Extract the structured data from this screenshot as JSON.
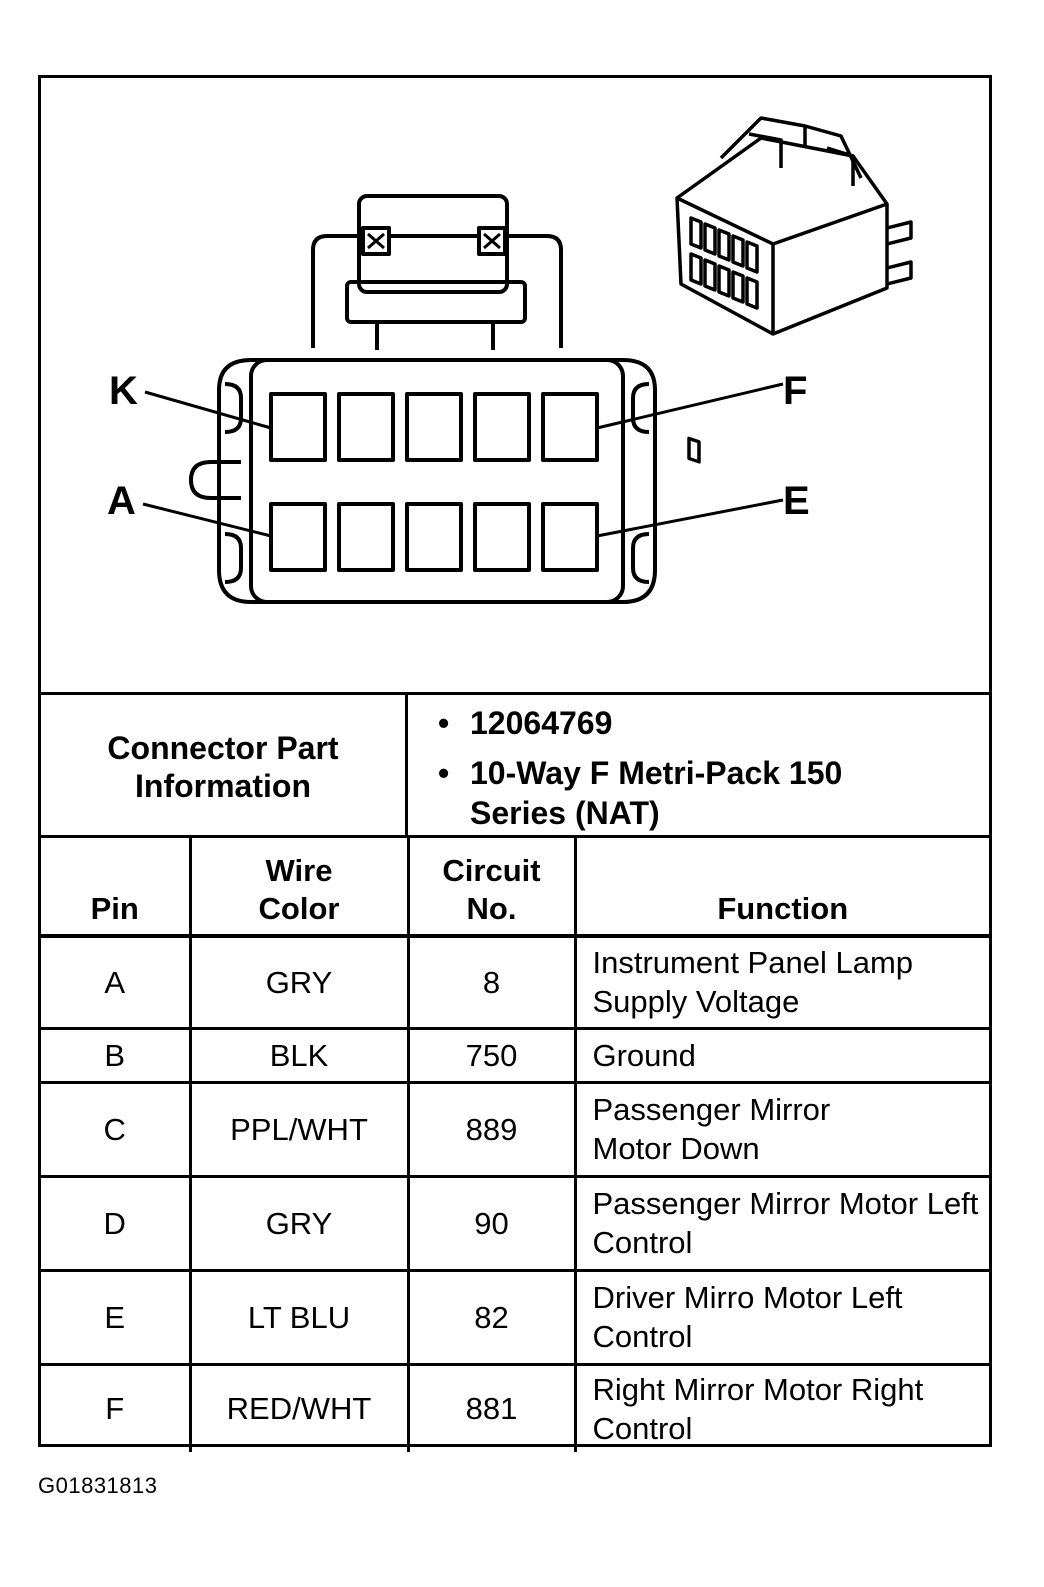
{
  "diagram": {
    "callouts": {
      "top_left": "K",
      "top_right": "F",
      "bottom_left": "A",
      "bottom_right": "E"
    }
  },
  "connector_part_information": {
    "label": "Connector Part Information",
    "items": [
      "12064769",
      "10-Way F Metri-Pack 150 Series (NAT)"
    ]
  },
  "pin_table": {
    "headers": {
      "pin": "Pin",
      "wire_color": "Wire Color",
      "circuit_no": "Circuit No.",
      "function": "Function"
    },
    "rows": [
      {
        "pin": "A",
        "wire_color": "GRY",
        "circuit_no": "8",
        "function": "Instrument Panel Lamp Supply Voltage"
      },
      {
        "pin": "B",
        "wire_color": "BLK",
        "circuit_no": "750",
        "function": "Ground"
      },
      {
        "pin": "C",
        "wire_color": "PPL/WHT",
        "circuit_no": "889",
        "function": "Passenger Mirror Motor Down"
      },
      {
        "pin": "D",
        "wire_color": "GRY",
        "circuit_no": "90",
        "function": "Passenger Mirror Motor Left Control"
      },
      {
        "pin": "E",
        "wire_color": "LT BLU",
        "circuit_no": "82",
        "function": "Driver Mirro Motor Left Control"
      },
      {
        "pin": "F",
        "wire_color": "RED/WHT",
        "circuit_no": "881",
        "function": "Right Mirror Motor Right Control"
      }
    ]
  },
  "figure_id": "G01831813"
}
